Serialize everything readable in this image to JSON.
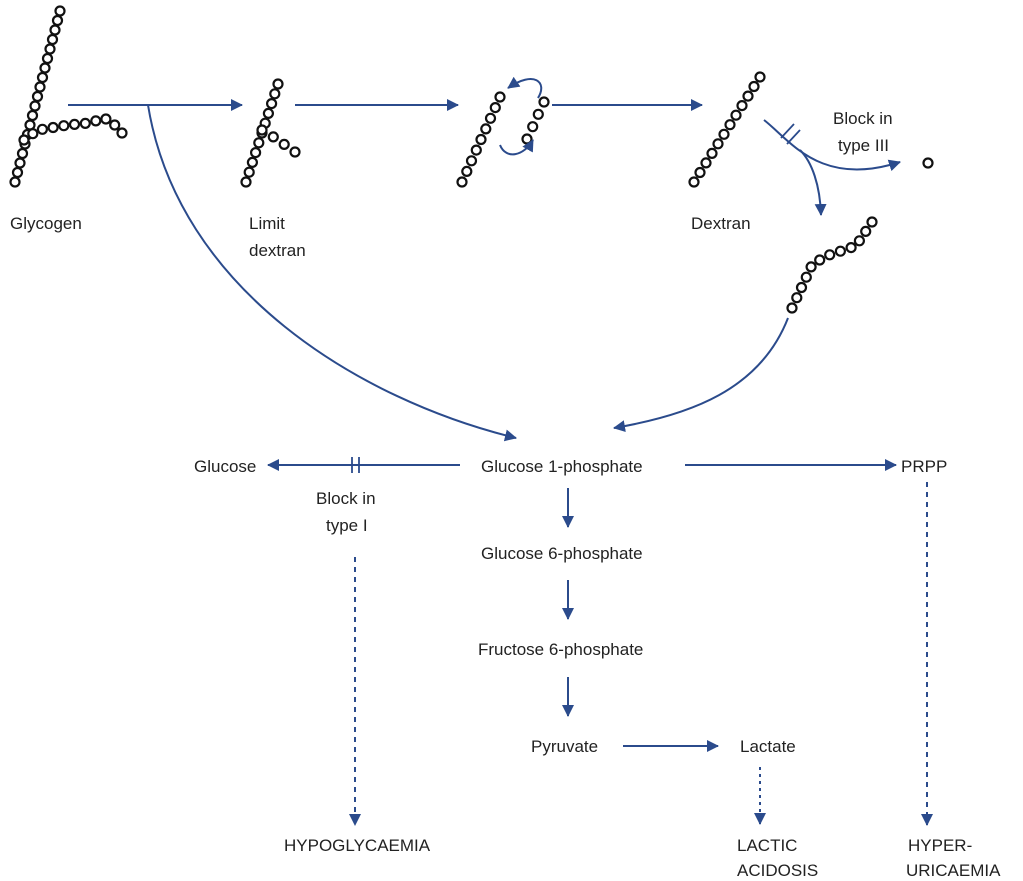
{
  "labels": {
    "glycogen": "Glycogen",
    "limit_dextran_1": "Limit",
    "limit_dextran_2": "dextran",
    "dextran": "Dextran",
    "block_type3_1": "Block in",
    "block_type3_2": "type III",
    "glucose": "Glucose",
    "block_type1_1": "Block in",
    "block_type1_2": "type I",
    "g1p": "Glucose 1-phosphate",
    "g6p": "Glucose 6-phosphate",
    "f6p": "Fructose 6-phosphate",
    "pyruvate": "Pyruvate",
    "lactate": "Lactate",
    "prpp": "PRPP",
    "hypoglycaemia": "HYPOGLYCAEMIA",
    "lactic_acidosis_1": "LACTIC",
    "lactic_acidosis_2": "ACIDOSIS",
    "hyperuricaemia_1": "HYPER-",
    "hyperuricaemia_2": "URICAEMIA"
  },
  "colors": {
    "arrow": "#2b4b8c",
    "bead": "#111111",
    "text": "#222222"
  }
}
